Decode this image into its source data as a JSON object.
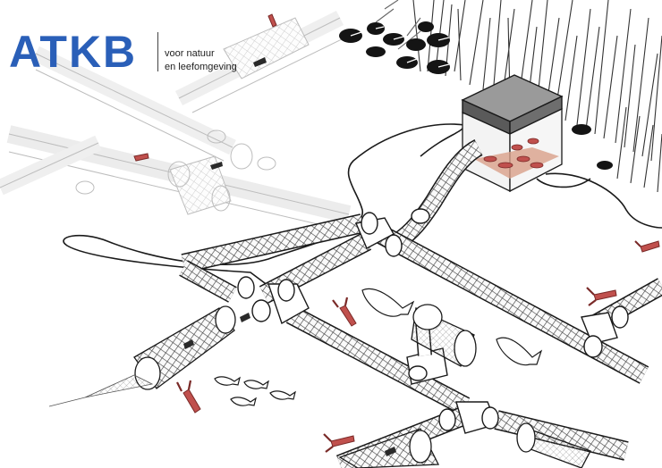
{
  "logo": {
    "word": "ATKB",
    "tagline_line1": "voor natuur",
    "tagline_line2": "en leefomgeving",
    "color": "#2a5fb8"
  },
  "colors": {
    "ink": "#1a1a1a",
    "faint": "#b9b9b9",
    "crayfish": "#c0504d",
    "fish": "#1f1f1f",
    "pad": "#141414"
  },
  "icons": [
    "crayfish-icon",
    "fish-icon",
    "lily-pad-icon",
    "reed-icon",
    "fyke-net-icon",
    "trap-box-icon"
  ]
}
